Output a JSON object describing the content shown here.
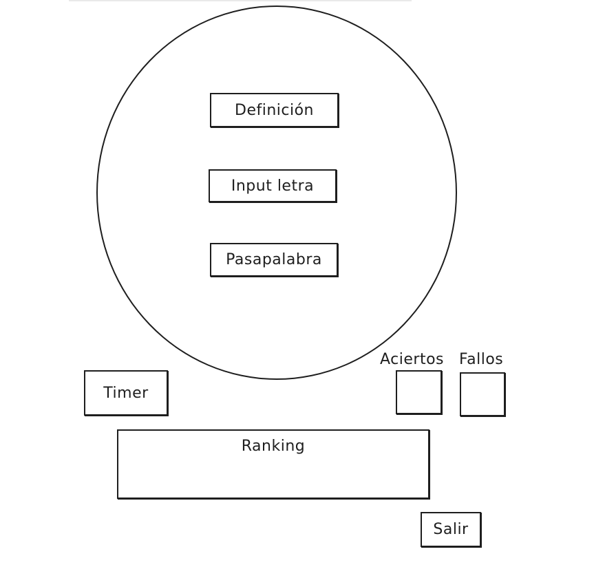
{
  "wheel": {
    "definition_label": "Definición",
    "input_label": "Input letra",
    "pasapalabra_label": "Pasapalabra"
  },
  "stats": {
    "timer_label": "Timer",
    "aciertos_label": "Aciertos",
    "fallos_label": "Fallos"
  },
  "ranking": {
    "title": "Ranking"
  },
  "actions": {
    "salir_label": "Salir"
  }
}
